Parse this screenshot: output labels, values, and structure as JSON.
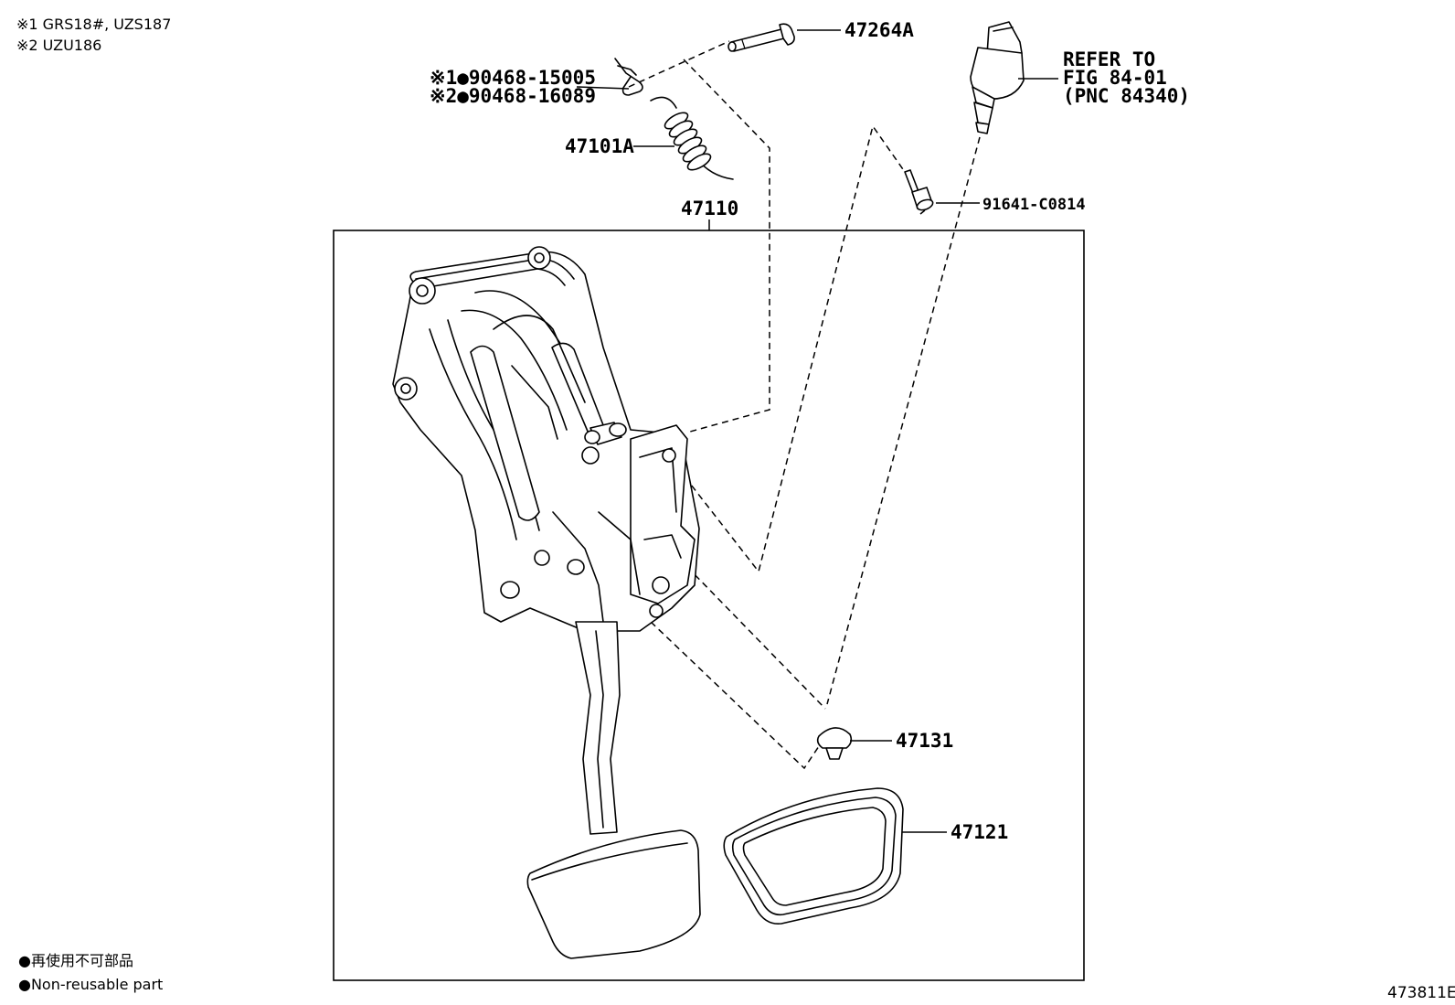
{
  "notes": {
    "line1": "※1 GRS18#, UZS187",
    "line2": "※2 UZU186"
  },
  "legend": {
    "line1": "●再使用不可部品",
    "line2": "●Non-reusable part"
  },
  "figure_id": "473811E",
  "callouts": {
    "c47264A": "47264A",
    "c90468a": "※1●90468-15005",
    "c90468b": "※2●90468-16089",
    "c47101A": "47101A",
    "c47110": "47110",
    "refer1": "REFER TO",
    "refer2": "FIG 84-01",
    "refer3": "(PNC 84340)",
    "c91641": "91641-C0814",
    "c47131": "47131",
    "c47121": "47121"
  }
}
